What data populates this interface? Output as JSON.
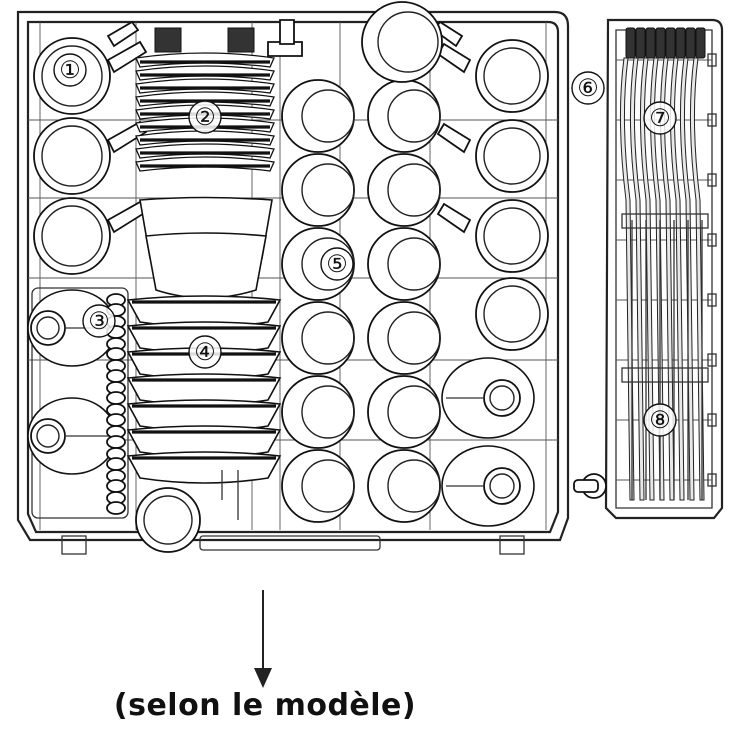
{
  "labels": [
    {
      "id": "1",
      "text": "①"
    },
    {
      "id": "2",
      "text": "②"
    },
    {
      "id": "3",
      "text": "③"
    },
    {
      "id": "4",
      "text": "④"
    },
    {
      "id": "5",
      "text": "⑤"
    },
    {
      "id": "6",
      "text": "⑥"
    },
    {
      "id": "7",
      "text": "⑦"
    },
    {
      "id": "8",
      "text": "⑧"
    }
  ],
  "caption": "(selon le modèle)",
  "colors": {
    "line": "#111111",
    "background": "#ffffff"
  },
  "icons": {
    "arrow": "down-arrow-icon"
  }
}
